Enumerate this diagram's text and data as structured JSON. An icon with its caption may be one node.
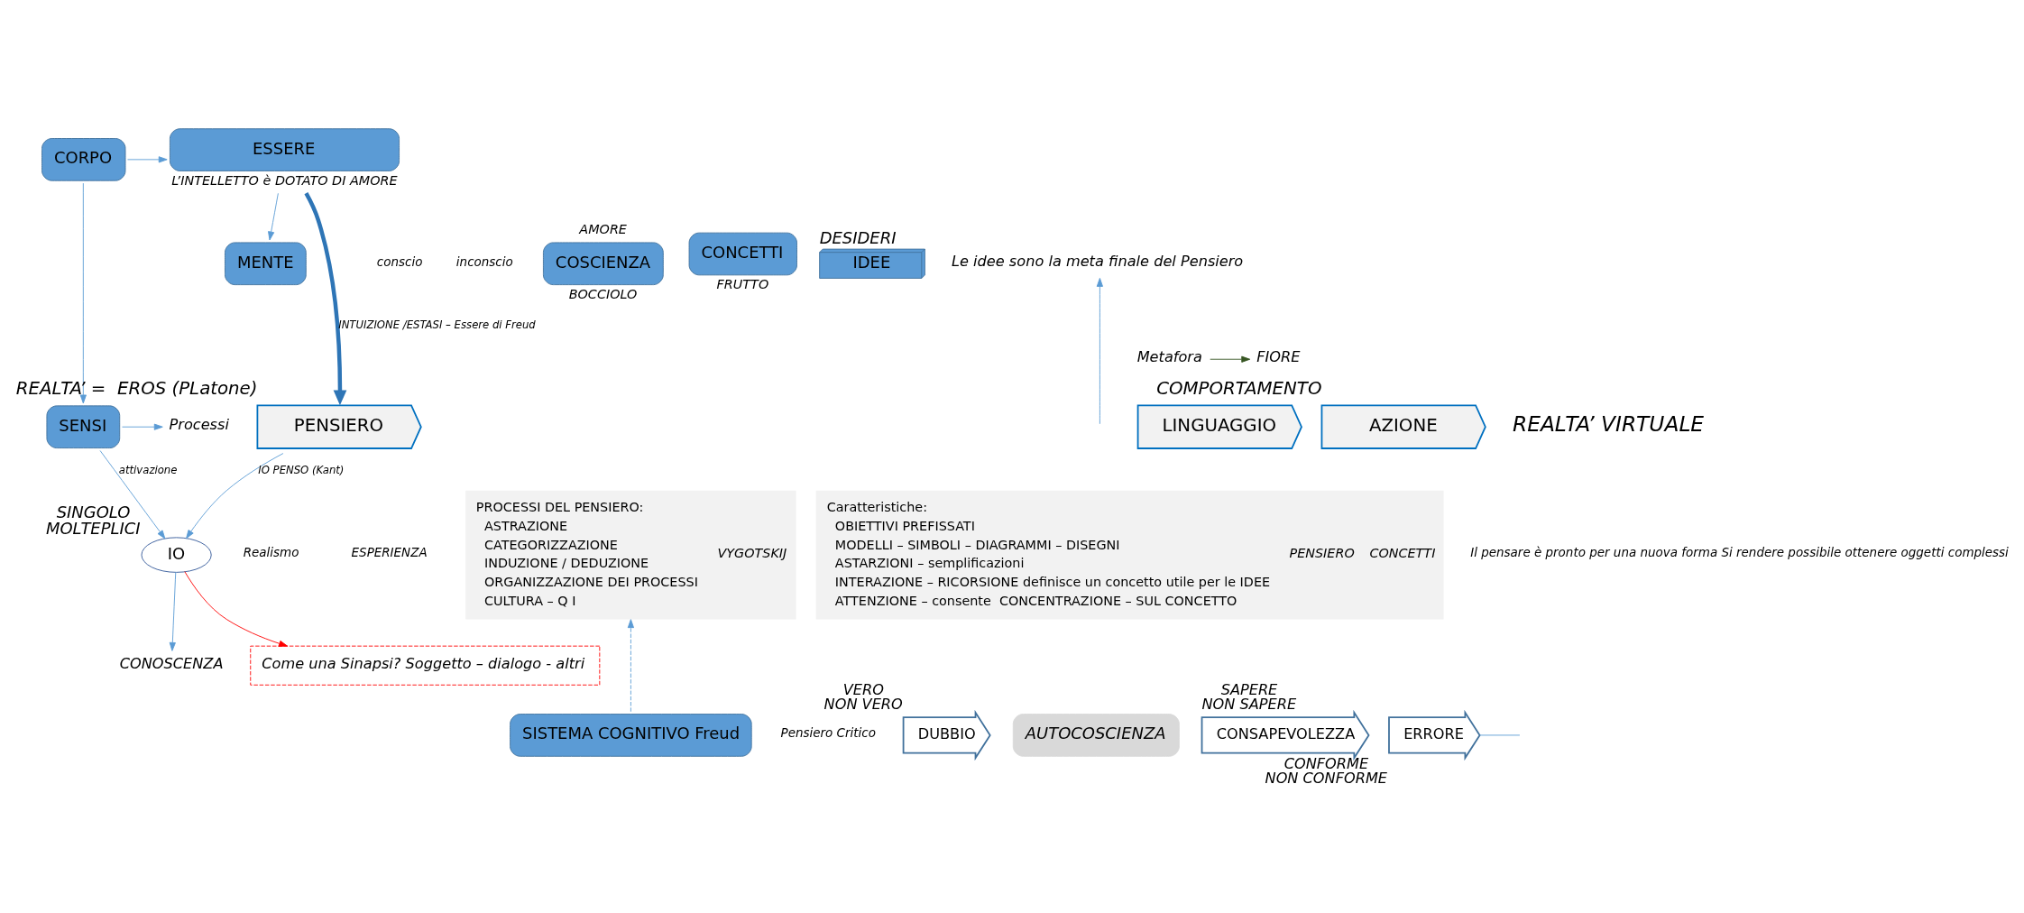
{
  "diagram": {
    "nodes": [
      {
        "text": [
          "CORPO"
        ]
      },
      {
        "text": [
          "ESSERE"
        ],
        "beside": [
          "L’INTELLETTO è DOTATO DI AMORE"
        ]
      },
      {
        "text": [
          "MENTE"
        ]
      },
      {
        "text": [
          "COSCIENZA"
        ],
        "beside": [
          "AMORE",
          "BOCCIOLO"
        ]
      },
      {
        "text": [
          "CONCETTI"
        ],
        "beside": [
          "FRUTTO"
        ]
      },
      {
        "text": [
          "IDEE"
        ],
        "beside": [
          "DESIDERI"
        ]
      },
      {
        "text": [
          "Le idee sono la meta finale del Pensiero"
        ]
      },
      {
        "text": [
          "SENSI"
        ]
      },
      {
        "text": [
          "Processi"
        ]
      },
      {
        "text": [
          "PENSIERO"
        ],
        "beside": [
          "REALTA’ =  EROS (PLatone)"
        ]
      },
      {
        "text": [
          "LINGUAGGIO"
        ]
      },
      {
        "text": [
          "AZIONE"
        ],
        "beside": [
          "COMPORTAMENTO"
        ]
      },
      {
        "text": [
          "Metafora"
        ]
      },
      {
        "text": [
          "FIORE"
        ]
      },
      {
        "text": [
          "IO"
        ],
        "beside": [
          "SINGOLO",
          "MOLTEPLICI"
        ]
      },
      {
        "text": [
          "CONOSCENZA"
        ]
      },
      {
        "text": [
          "Come una Sinapsi? Soggetto – dialogo - altri"
        ]
      },
      {
        "text": [
          "SISTEMA COGNITIVO Freud"
        ]
      },
      {
        "text": [
          "PROCESSI DEL PENSIERO:",
          "ASTRAZIONE",
          "CATEGORIZZAZIONE",
          "INDUZIONE / DEDUZIONE",
          "ORGANIZZAZIONE DEI PROCESSI",
          "CULTURA – Q I",
          "VYGOTSKIJ"
        ]
      },
      {
        "text": [
          "Caratteristiche:",
          "OBIETTIVI PREFISSATI",
          "MODELLI – SIMBOLI – DIAGRAMMI – DISEGNI",
          "ASTARZIONI – semplificazioni",
          "INTERAZIONE – RICORSIONE definisce un concetto utile per le IDEE",
          "ATTENZIONE – consente  CONCENTRAZIONE – SUL CONCETTO",
          "PENSIERO",
          "CONCETTI"
        ]
      },
      {
        "text": [
          "DUBBIO"
        ],
        "beside": [
          "VERO",
          "NON VERO"
        ]
      },
      {
        "text": [
          "AUTOCOSCIENZA"
        ]
      },
      {
        "text": [
          "CONSAPEVOLEZZA"
        ],
        "beside": [
          "SAPERE",
          "NON SAPERE"
        ]
      },
      {
        "text": [
          "ERRORE"
        ],
        "beside": [
          "CONFORME",
          "NON CONFORME"
        ]
      }
    ],
    "edges": [
      {
        "from": 0,
        "to": 1,
        "arrow": "to"
      },
      {
        "from": 0,
        "to": 7,
        "arrow": "to"
      },
      {
        "from": 1,
        "to": 2,
        "arrow": "to"
      },
      {
        "from": 1,
        "to": 9,
        "arrow": "to",
        "label": "INTUIZIONE /ESTASI – Essere di Freud",
        "style": "thick",
        "color": "#2e75b6"
      },
      {
        "from": 7,
        "to": 8,
        "arrow": "to"
      },
      {
        "from": 12,
        "to": 13,
        "arrow": "to",
        "color": "#375623"
      },
      {
        "from": 7,
        "to": 14,
        "arrow": "to",
        "label": "attivazione"
      },
      {
        "from": 9,
        "to": 14,
        "arrow": "to",
        "label": "IO PENSO (Kant)"
      },
      {
        "from": 14,
        "to": 15,
        "arrow": "to"
      },
      {
        "from": 14,
        "to": 16,
        "arrow": "to",
        "color": "#ff0000"
      },
      {
        "from": 17,
        "to": 18,
        "arrow": "to",
        "style": "dashed"
      },
      {
        "from": null,
        "to": 6,
        "arrow": "to"
      },
      {
        "from": 23,
        "to": null,
        "arrow": "none"
      }
    ],
    "labels": [
      "REALTA’ VIRTUALE",
      "Il pensare è pronto per una nuova forma Si rendere possibile ottenere oggetti complessi",
      "conscio",
      "inconscio",
      "Realismo",
      "ESPERIENZA",
      "Pensiero Critico"
    ]
  }
}
